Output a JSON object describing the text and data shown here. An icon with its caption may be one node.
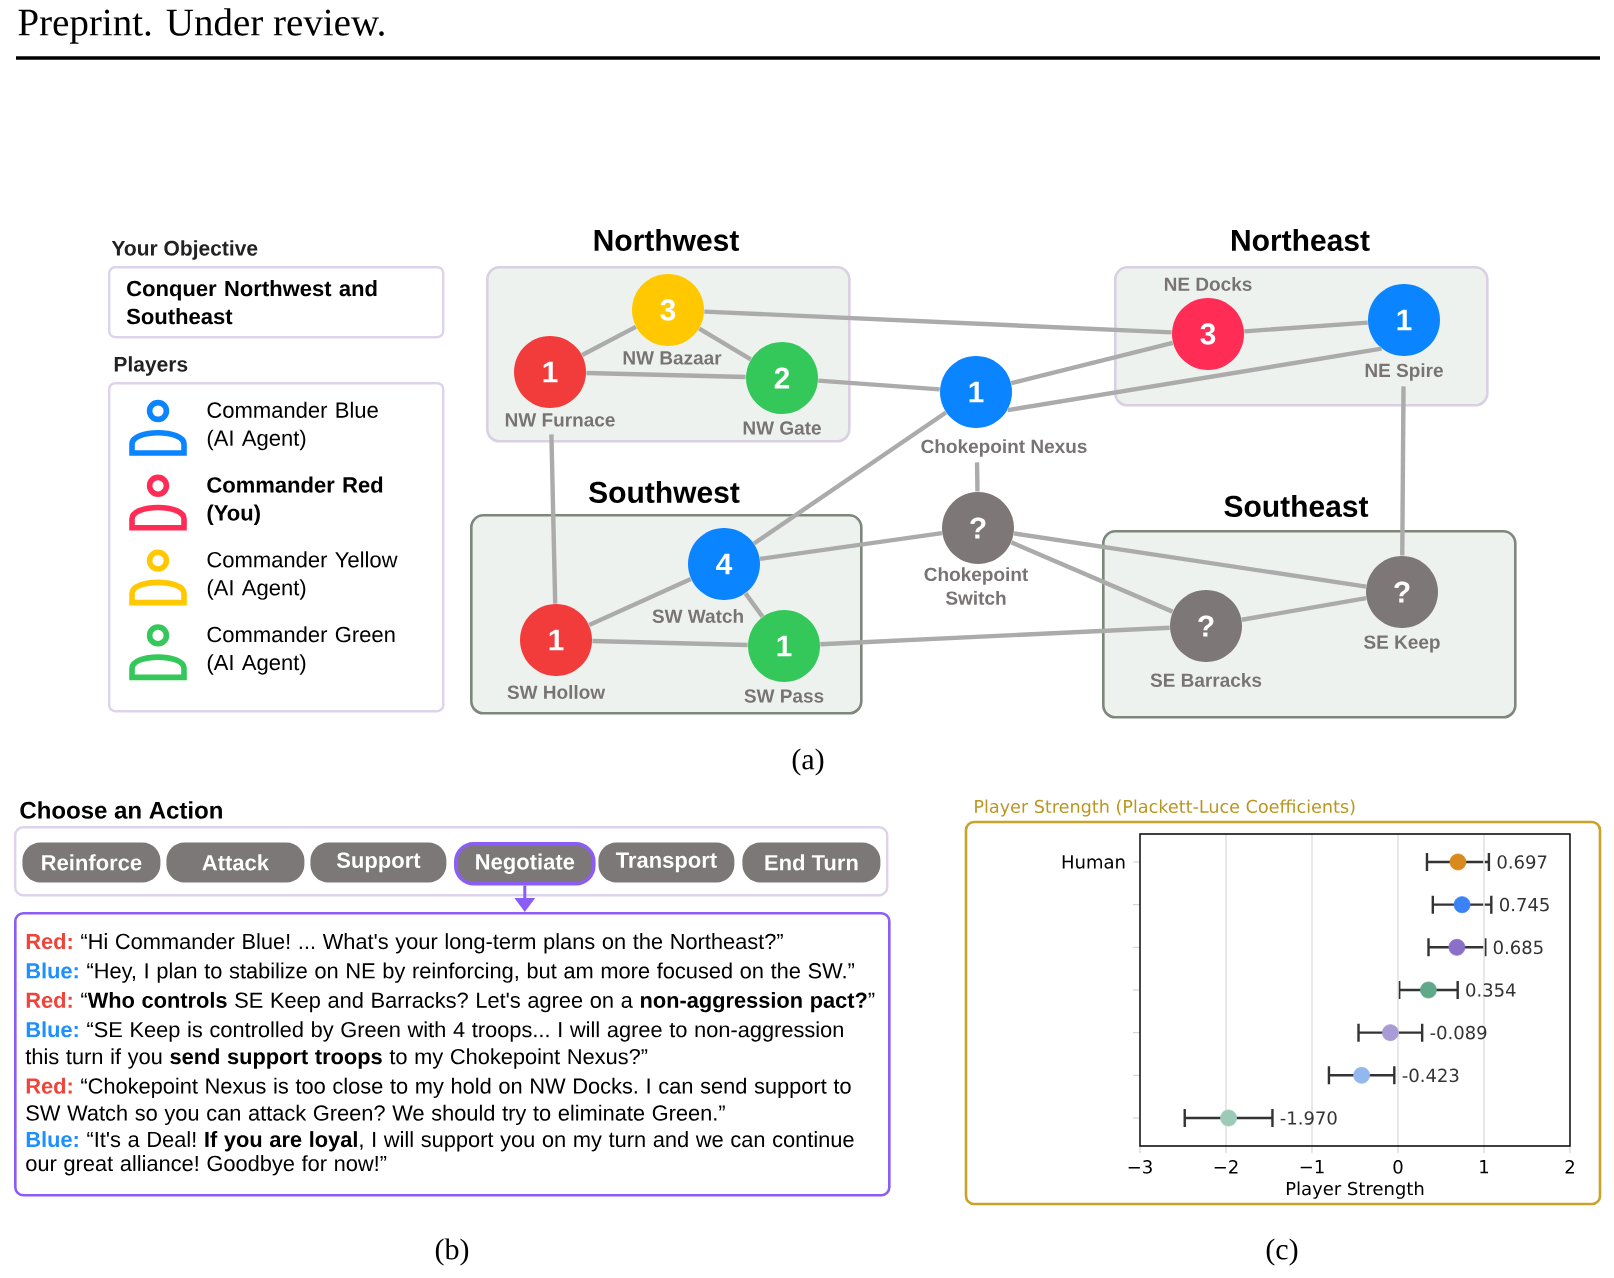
{
  "diagram": {
    "nodes": [
      {
        "text": [
          "Your Objective",
          "Conquer Northwest and Southeast"
        ]
      },
      {
        "text": [
          "Players"
        ]
      },
      {
        "text": [
          "Northwest"
        ]
      },
      {
        "text": [
          "3"
        ],
        "beside": [
          "NW Bazaar"
        ],
        "in": 2
      },
      {
        "text": [
          "1"
        ],
        "beside": [
          "NW Furnace"
        ],
        "in": 2
      },
      {
        "text": [
          "2"
        ],
        "beside": [
          "NW Gate"
        ],
        "in": 2
      },
      {
        "text": [
          "Northeast"
        ]
      },
      {
        "text": [
          "3"
        ],
        "beside": [
          "NE Docks"
        ],
        "in": 6
      },
      {
        "text": [
          "1"
        ],
        "beside": [
          "NE Spire"
        ],
        "in": 6
      },
      {
        "text": [
          "1"
        ],
        "beside": [
          "Chokepoint Nexus"
        ]
      },
      {
        "text": [
          "Southwest"
        ]
      },
      {
        "text": [
          "4"
        ],
        "beside": [
          "SW Watch"
        ],
        "in": 10
      },
      {
        "text": [
          "1"
        ],
        "beside": [
          "SW Hollow"
        ],
        "in": 10
      },
      {
        "text": [
          "1"
        ],
        "beside": [
          "SW Pass"
        ],
        "in": 10
      },
      {
        "text": [
          "?"
        ],
        "beside": [
          "Chokepoint Switch"
        ]
      },
      {
        "text": [
          "Southeast"
        ]
      },
      {
        "text": [
          "?"
        ],
        "beside": [
          "SE Keep"
        ],
        "in": 15
      },
      {
        "text": [
          "?"
        ],
        "beside": [
          "SE Barracks"
        ],
        "in": 15
      },
      {
        "text": [
          "Choose an Action"
        ]
      },
      {
        "text": [
          "Reinforce"
        ],
        "in": 18
      },
      {
        "text": [
          "Attack"
        ],
        "in": 18
      },
      {
        "text": [
          "Support"
        ],
        "in": 18
      },
      {
        "text": [
          "Negotiate"
        ],
        "in": 18
      },
      {
        "text": [
          "Transport"
        ],
        "in": 18
      },
      {
        "text": [
          "End Turn"
        ],
        "in": 18
      },
      {
        "text": [
          "Red:",
          "“Hi Commander Blue! ... What's your long-term plans on the Northeast?”",
          "Blue:",
          "“Hey, I plan to stabilize on NE by reinforcing, but am more focused on the SW.”",
          "Red:",
          "“**Who controls** SE Keep and Barracks? Let's agree on a **non-aggression pact?**”",
          "Blue:",
          "“SE Keep is controlled by Green with 4 troops... I will agree to non-aggression this turn if you **send support troops** to my Chokepoint Nexus?”",
          "Red:",
          "“Chokepoint Nexus is too close to my hold on NW Docks. I can send support to SW Watch so you can attack Green? We should try to eliminate Green.”",
          "Blue:",
          "“It's a Deal! **If you are loyal**, I will support you on my turn and we can continue our great alliance! Goodbye for now!”"
        ]
      }
    ],
    "edges": [
      {
        "from": 3,
        "to": 4,
        "arrow": "none"
      },
      {
        "from": 3,
        "to": 5,
        "arrow": "none"
      },
      {
        "from": 4,
        "to": 5,
        "arrow": "none"
      },
      {
        "from": 3,
        "to": 7,
        "arrow": "none"
      },
      {
        "from": 5,
        "to": 9,
        "arrow": "none"
      },
      {
        "from": 9,
        "to": 7,
        "arrow": "none"
      },
      {
        "from": 9,
        "to": 8,
        "arrow": "none"
      },
      {
        "from": 7,
        "to": 8,
        "arrow": "none"
      },
      {
        "from": 4,
        "to": 12,
        "arrow": "none"
      },
      {
        "from": 9,
        "to": 11,
        "arrow": "none"
      },
      {
        "from": 9,
        "to": 14,
        "arrow": "none"
      },
      {
        "from": 11,
        "to": 14,
        "arrow": "none"
      },
      {
        "from": 14,
        "to": 16,
        "arrow": "none"
      },
      {
        "from": 14,
        "to": 17,
        "arrow": "none"
      },
      {
        "from": 11,
        "to": 12,
        "arrow": "none"
      },
      {
        "from": 11,
        "to": 13,
        "arrow": "none"
      },
      {
        "from": 12,
        "to": 13,
        "arrow": "none"
      },
      {
        "from": 13,
        "to": 17,
        "arrow": "none"
      },
      {
        "from": 17,
        "to": 16,
        "arrow": "none"
      },
      {
        "from": 8,
        "to": 16,
        "arrow": "none"
      },
      {
        "from": 22,
        "to": 25,
        "arrow": "to",
        "color": "#8b5cf6"
      }
    ],
    "labels": [
      "Preprint. Under review.",
      "(a)",
      "(b)",
      "(c)"
    ],
    "legend": [
      {
        "text": "Commander Blue (AI Agent)",
        "color": "#0a84ff"
      },
      {
        "text": "Commander Red (You)",
        "color": "#ff2d55"
      },
      {
        "text": "Commander Yellow (AI Agent)",
        "color": "#ffc800"
      },
      {
        "text": "Commander Green (AI Agent)",
        "color": "#34c759"
      }
    ],
    "chart_data": {
      "type": "scatter",
      "orientation": "horizontal",
      "title": "Player Strength (Plackett-Luce Coefficients)",
      "xlabel": "Player Strength",
      "categories": [
        "Human",
        null,
        null,
        null,
        null,
        null,
        null
      ],
      "values": [
        0.697,
        0.745,
        0.685,
        0.354,
        -0.089,
        -0.423,
        -1.97
      ],
      "errors": [
        0.36,
        0.34,
        0.33,
        0.34,
        0.37,
        0.38,
        0.51
      ],
      "xlim": [
        -3,
        2
      ],
      "xticks": [
        -3,
        -2,
        -1,
        0,
        1,
        2
      ],
      "grid": "x",
      "data_labels": true,
      "value_labels": [
        "0.697",
        "0.745",
        "0.685",
        "0.354",
        "-0.089",
        "-0.423",
        "-1.970"
      ]
    }
  }
}
